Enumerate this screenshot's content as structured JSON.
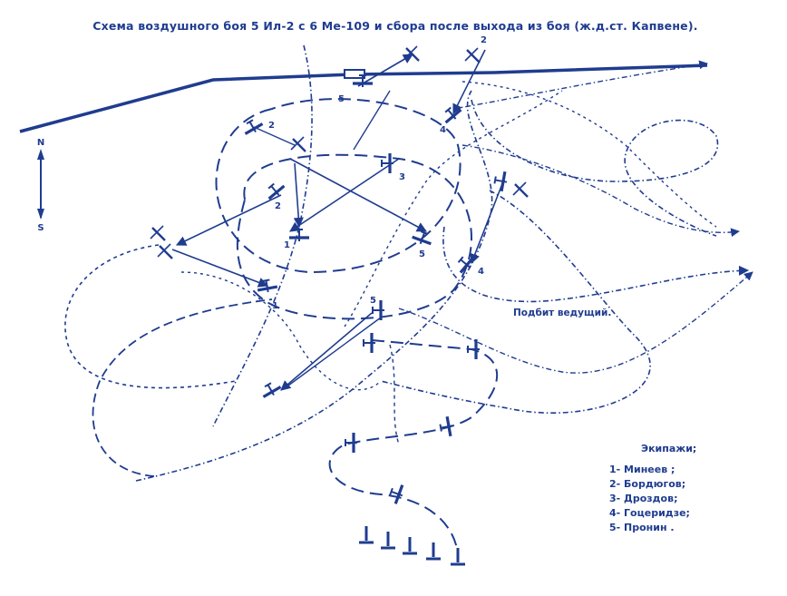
{
  "title": "Схема воздушного боя 5 Ил-2 с 6 Ме-109 и сбора после выхода из боя (ж.д.ст. Капвене).",
  "compass": {
    "north": "N",
    "south": "S"
  },
  "annotation": "Подбит ведущий.",
  "legend": {
    "heading": "Экипажи;",
    "crews": [
      "1- Минеев ;",
      "2- Бордюгов;",
      "3- Дроздов;",
      "4- Гоцеридзе;",
      "5- Пронин ."
    ]
  },
  "aircraft_labels": [
    "1",
    "2",
    "3",
    "4",
    "5"
  ],
  "colors": {
    "ink": "#1f3c8f",
    "background": "#ffffff"
  }
}
